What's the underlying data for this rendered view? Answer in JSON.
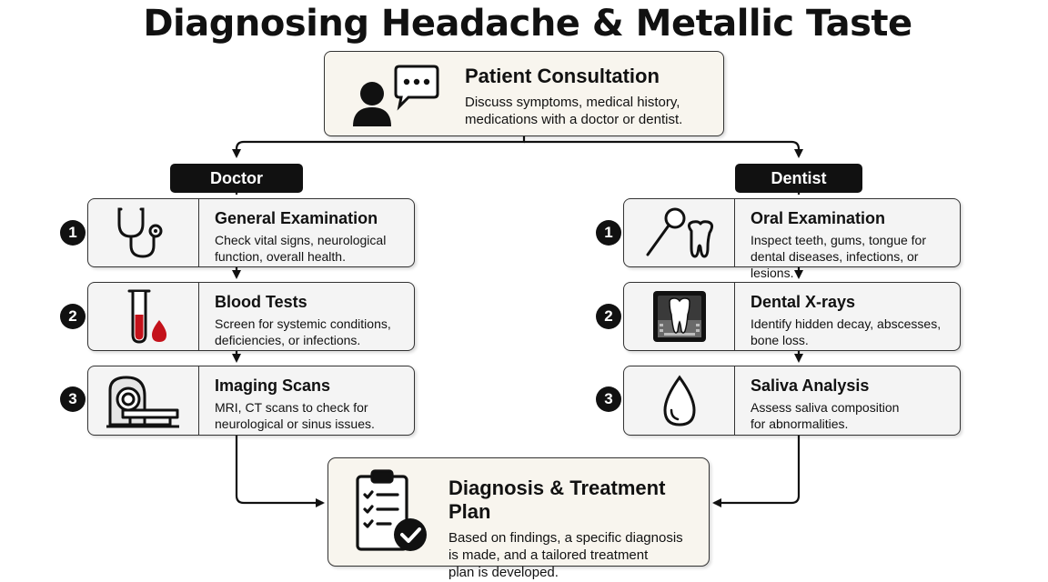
{
  "title": "Diagnosing Headache & Metallic Taste",
  "consultation": {
    "title": "Patient Consultation",
    "desc_line1": "Discuss symptoms, medical history,",
    "desc_line2": "medications with a doctor or dentist."
  },
  "doctor": {
    "label": "Doctor",
    "steps": [
      {
        "num": "1",
        "title": "General Examination",
        "line1": "Check vital signs, neurological",
        "line2": "function, overall health.",
        "icon": "stethoscope-icon"
      },
      {
        "num": "2",
        "title": "Blood Tests",
        "line1": "Screen for systemic conditions,",
        "line2": "deficiencies, or infections.",
        "icon": "test-tube-icon"
      },
      {
        "num": "3",
        "title": "Imaging Scans",
        "line1": "MRI, CT scans to check for",
        "line2": "neurological or sinus issues.",
        "icon": "mri-scanner-icon"
      }
    ]
  },
  "dentist": {
    "label": "Dentist",
    "steps": [
      {
        "num": "1",
        "title": "Oral Examination",
        "line1": "Inspect teeth, gums, tongue for",
        "line2": "dental diseases, infections, or lesions.",
        "icon": "dental-mirror-icon"
      },
      {
        "num": "2",
        "title": "Dental X-rays",
        "line1": "Identify hidden decay, abscesses,",
        "line2": "bone loss.",
        "icon": "dental-xray-icon"
      },
      {
        "num": "3",
        "title": "Saliva Analysis",
        "line1": "Assess saliva composition",
        "line2": "for abnormalities.",
        "icon": "droplet-icon"
      }
    ]
  },
  "diagnosis": {
    "title": "Diagnosis & Treatment Plan",
    "line1": "Based on findings, a specific diagnosis",
    "line2": "is made, and a tailored treatment",
    "line3": "plan is developed."
  }
}
